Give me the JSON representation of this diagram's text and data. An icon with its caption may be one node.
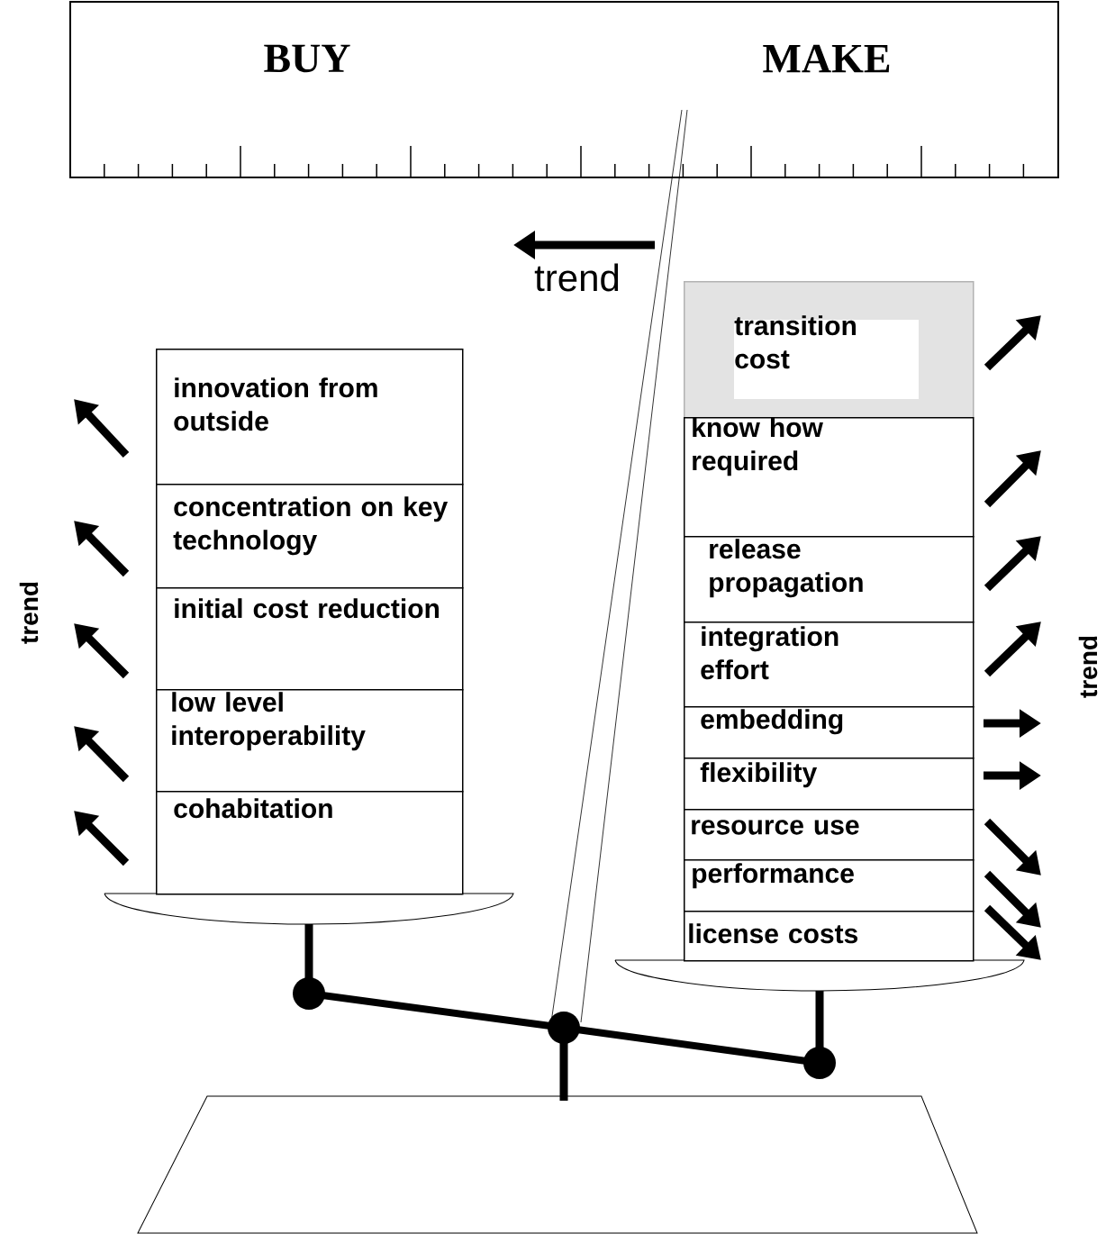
{
  "diagram": {
    "nodes": [
      {
        "text": [
          "innovation from outside"
        ]
      },
      {
        "text": [
          "concentration on key technology"
        ]
      },
      {
        "text": [
          "initial cost reduction"
        ]
      },
      {
        "text": [
          "low level interoperability"
        ]
      },
      {
        "text": [
          "cohabitation"
        ]
      },
      {
        "text": [
          "transition cost"
        ]
      },
      {
        "text": [
          "know how required"
        ]
      },
      {
        "text": [
          "release propagation"
        ]
      },
      {
        "text": [
          "integration effort"
        ]
      },
      {
        "text": [
          "embedding"
        ]
      },
      {
        "text": [
          "flexibility"
        ]
      },
      {
        "text": [
          "resource use"
        ]
      },
      {
        "text": [
          "performance"
        ]
      },
      {
        "text": [
          "license costs"
        ]
      }
    ],
    "edges": [],
    "labels": [
      "BUY",
      "MAKE",
      "trend",
      "trend",
      "trend"
    ]
  }
}
